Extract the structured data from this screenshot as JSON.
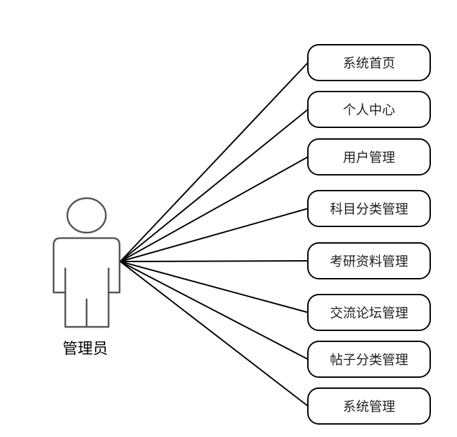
{
  "actor": {
    "name": "管理员"
  },
  "use_cases": [
    "系统首页",
    "个人中心",
    "用户管理",
    "科目分类管理",
    "考研资料管理",
    "交流论坛管理",
    "帖子分类管理",
    "系统管理"
  ]
}
